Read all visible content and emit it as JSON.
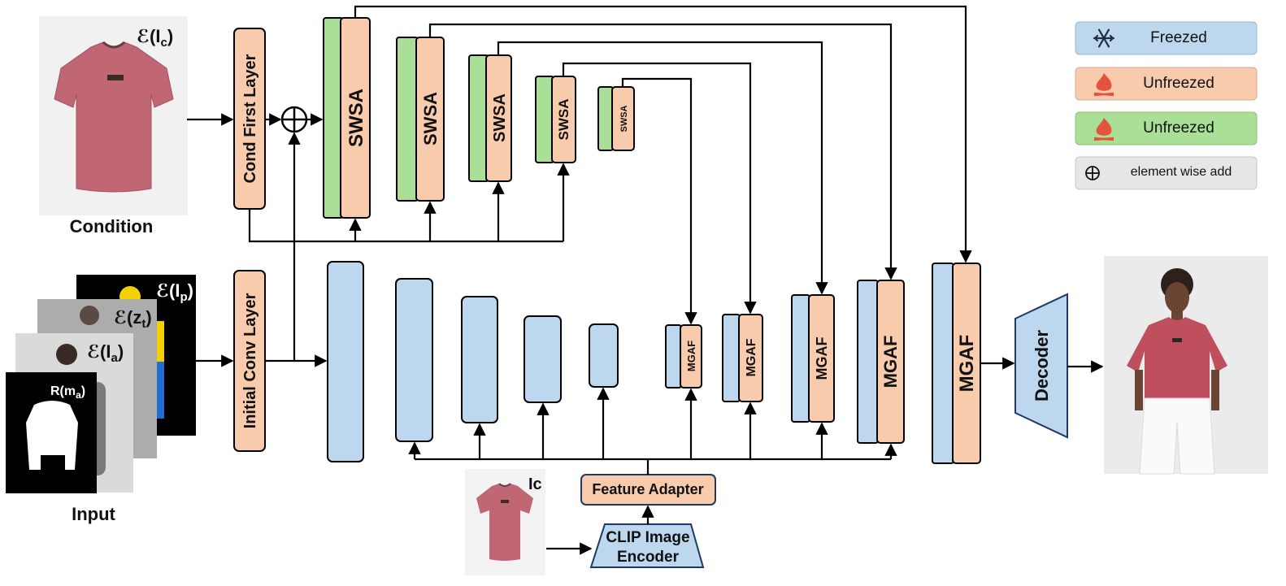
{
  "colors": {
    "frozen": "#bdd7ee",
    "unfrozen_orange": "#f8cbad",
    "unfrozen_green": "#a9df97",
    "legend_gray": "#e6e6e6",
    "shirt": "#c16673",
    "flame": "#e4533b"
  },
  "labels": {
    "condition": "Condition",
    "input": "Input",
    "cond_first_layer": "Cond First Layer",
    "initial_conv_layer": "Initial Conv Layer",
    "swsa": "SWSA",
    "mgaf": "MGAF",
    "decoder": "Decoder",
    "feature_adapter": "Feature Adapter",
    "clip_line1": "CLIP Image",
    "clip_line2": "Encoder",
    "ic": "Ic"
  },
  "math": {
    "e_ic": "ℰ(I",
    "e_ic_sub": "c",
    "e_ip": "ℰ(I",
    "e_ip_sub": "p",
    "e_zt": "ℰ(z",
    "e_zt_sub": "t",
    "e_ia": "ℰ(I",
    "e_ia_sub": "a",
    "r_ma": "R(m",
    "r_ma_sub": "a",
    "close": ")"
  },
  "legend": [
    {
      "icon": "snowflake-icon",
      "label": "Freezed",
      "color": "#bdd7ee"
    },
    {
      "icon": "flame-icon",
      "label": "Unfreezed",
      "color": "#f8cbad"
    },
    {
      "icon": "flame-icon",
      "label": "Unfreezed",
      "color": "#a9df97"
    },
    {
      "icon": "plus-circle-icon",
      "label": "element wise add",
      "color": "#e6e6e6"
    }
  ]
}
